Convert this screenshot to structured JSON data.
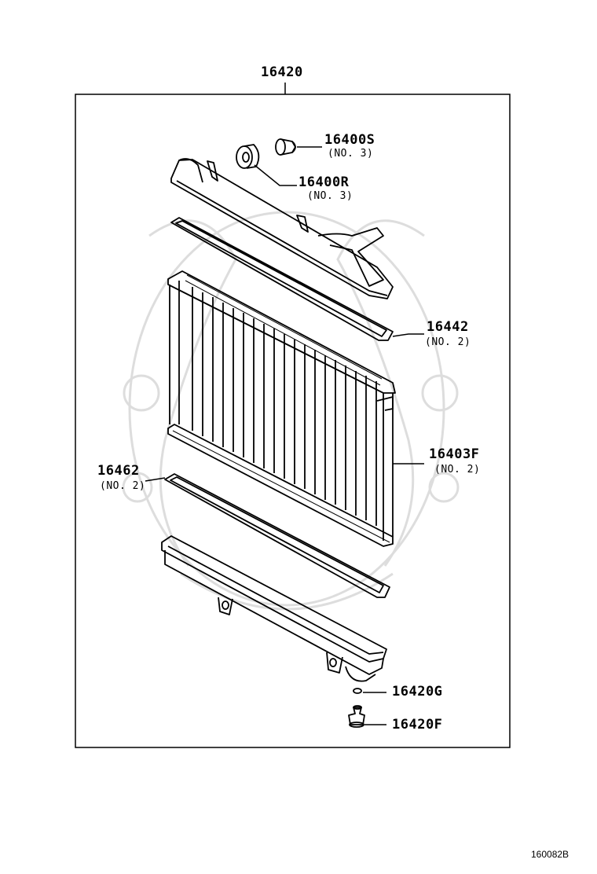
{
  "assembly": {
    "part_no": "16420"
  },
  "parts": [
    {
      "id": "cap",
      "part_no": "16400S",
      "note": "(NO. 3)"
    },
    {
      "id": "cap-seal",
      "part_no": "16400R",
      "note": "(NO. 3)"
    },
    {
      "id": "gasket-top",
      "part_no": "16442",
      "note": "(NO. 2)"
    },
    {
      "id": "core",
      "part_no": "16403F",
      "note": "(NO. 2)"
    },
    {
      "id": "gasket-bot",
      "part_no": "16462",
      "note": "(NO. 2)"
    },
    {
      "id": "drain-o",
      "part_no": "16420G"
    },
    {
      "id": "drain-cock",
      "part_no": "16420F"
    }
  ],
  "diagram_code": "160082B"
}
